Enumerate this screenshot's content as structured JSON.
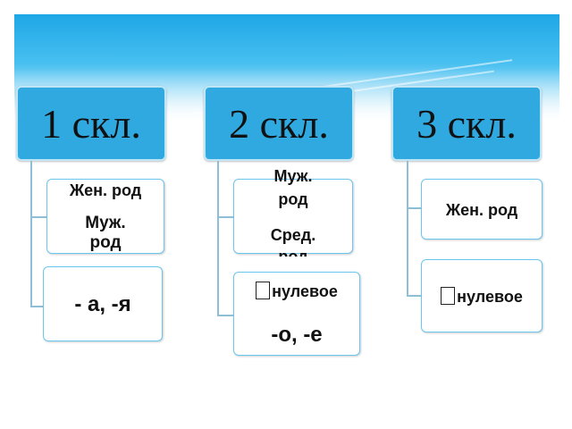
{
  "columns": [
    {
      "title": "1 скл.",
      "box1": {
        "line1": "Жен. род",
        "line2": "Муж.",
        "line3": "род"
      },
      "box2": {
        "text": "- а, -я"
      }
    },
    {
      "title": "2 скл.",
      "box1": {
        "line1": "Муж.",
        "line2": "род",
        "line3": "Сред.",
        "line4": "род"
      },
      "box2": {
        "line1": "нулевое",
        "line2": "-о, -е"
      }
    },
    {
      "title": "3 скл.",
      "box1": {
        "text": "Жен. род"
      },
      "box2": {
        "text": "нулевое"
      }
    }
  ]
}
